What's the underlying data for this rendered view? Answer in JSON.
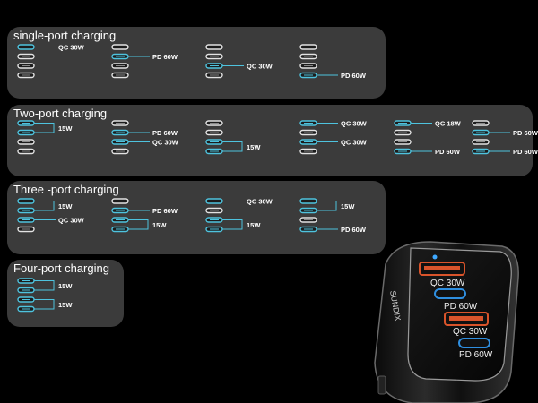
{
  "sections": [
    {
      "title": "single-port charging",
      "configs": [
        {
          "active": [
            0
          ],
          "labels": [
            {
              "ports": [
                0
              ],
              "text": "QC 30W"
            }
          ]
        },
        {
          "active": [
            1
          ],
          "labels": [
            {
              "ports": [
                1
              ],
              "text": "PD 60W"
            }
          ]
        },
        {
          "active": [
            2
          ],
          "labels": [
            {
              "ports": [
                2
              ],
              "text": "QC 30W"
            }
          ]
        },
        {
          "active": [
            3
          ],
          "labels": [
            {
              "ports": [
                3
              ],
              "text": "PD 60W"
            }
          ]
        }
      ]
    },
    {
      "title": "Two-port charging",
      "configs": [
        {
          "active": [
            0,
            1
          ],
          "labels": [
            {
              "ports": [
                0,
                1
              ],
              "text": "15W"
            }
          ]
        },
        {
          "active": [
            1,
            2
          ],
          "labels": [
            {
              "ports": [
                1
              ],
              "text": "PD 60W"
            },
            {
              "ports": [
                2
              ],
              "text": "QC 30W"
            }
          ]
        },
        {
          "active": [
            2,
            3
          ],
          "labels": [
            {
              "ports": [
                2,
                3
              ],
              "text": "15W"
            }
          ]
        },
        {
          "active": [
            0,
            2
          ],
          "labels": [
            {
              "ports": [
                0
              ],
              "text": "QC 30W"
            },
            {
              "ports": [
                2
              ],
              "text": "QC 30W"
            }
          ]
        },
        {
          "active": [
            0,
            3
          ],
          "labels": [
            {
              "ports": [
                0
              ],
              "text": "QC 18W"
            },
            {
              "ports": [
                3
              ],
              "text": "PD 60W"
            }
          ]
        },
        {
          "active": [
            1,
            3
          ],
          "labels": [
            {
              "ports": [
                1
              ],
              "text": "PD 60W"
            },
            {
              "ports": [
                3
              ],
              "text": "PD 60W"
            }
          ]
        }
      ]
    },
    {
      "title": "Three -port charging",
      "configs": [
        {
          "active": [
            0,
            1,
            2
          ],
          "labels": [
            {
              "ports": [
                0,
                1
              ],
              "text": "15W"
            },
            {
              "ports": [
                2
              ],
              "text": "QC 30W"
            }
          ]
        },
        {
          "active": [
            1,
            2,
            3
          ],
          "labels": [
            {
              "ports": [
                1
              ],
              "text": "PD 60W"
            },
            {
              "ports": [
                2,
                3
              ],
              "text": "15W"
            }
          ]
        },
        {
          "active": [
            0,
            2,
            3
          ],
          "labels": [
            {
              "ports": [
                0
              ],
              "text": "QC 30W"
            },
            {
              "ports": [
                2,
                3
              ],
              "text": "15W"
            }
          ]
        },
        {
          "active": [
            0,
            1,
            3
          ],
          "labels": [
            {
              "ports": [
                0,
                1
              ],
              "text": "15W"
            },
            {
              "ports": [
                3
              ],
              "text": "PD 60W"
            }
          ]
        }
      ]
    },
    {
      "title": "Four-port charging",
      "configs": [
        {
          "active": [
            0,
            1,
            2,
            3
          ],
          "labels": [
            {
              "ports": [
                0,
                1
              ],
              "text": "15W"
            },
            {
              "ports": [
                2,
                3
              ],
              "text": "15W"
            }
          ]
        }
      ]
    }
  ],
  "product": {
    "brand": "SUNDIX",
    "ports": [
      "QC 30W",
      "PD 60W",
      "QC 30W",
      "PD 60W"
    ]
  },
  "colors": {
    "accent": "#4ec3de",
    "panel": "#3b3b3b",
    "port_idle": "#e2e2e2",
    "usb_a_port": "#d9542b",
    "usb_c_port": "#2f8fe0"
  }
}
